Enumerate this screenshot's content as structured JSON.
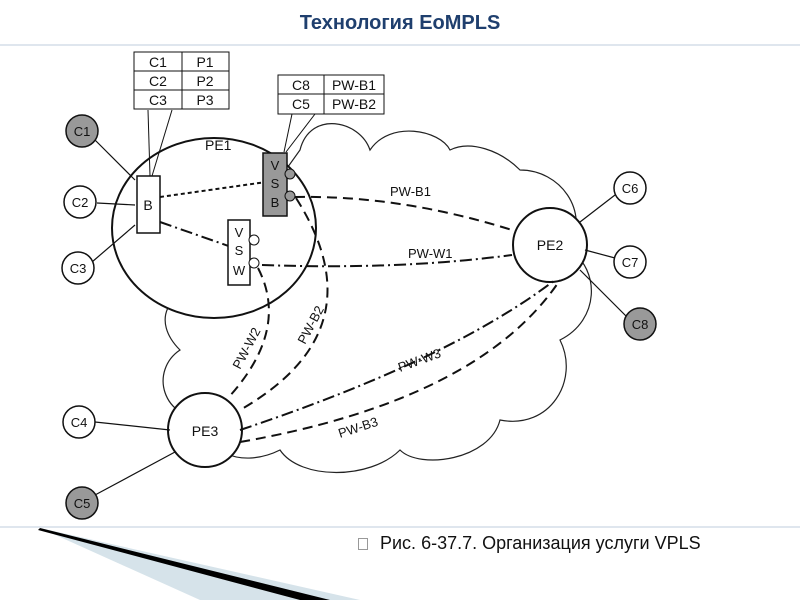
{
  "slide": {
    "title": "Технология EoMPLS",
    "caption": "Рис. 6-37.7. Организация услуги VPLS"
  },
  "diagram": {
    "pe_nodes": [
      "PE1",
      "PE2",
      "PE3"
    ],
    "customers": [
      "C1",
      "C2",
      "C3",
      "C4",
      "C5",
      "C6",
      "C7",
      "C8"
    ],
    "bridge_label": "B",
    "vsb_letters": [
      "V",
      "S",
      "B"
    ],
    "vsw_letters": [
      "V",
      "S",
      "W"
    ],
    "table1": [
      [
        "C1",
        "P1"
      ],
      [
        "C2",
        "P2"
      ],
      [
        "C3",
        "P3"
      ]
    ],
    "table2": [
      [
        "C8",
        "PW-B1"
      ],
      [
        "C5",
        "PW-B2"
      ]
    ],
    "pseudowires": [
      "PW-B1",
      "PW-W1",
      "PW-W2",
      "PW-B2",
      "PW-W3",
      "PW-B3"
    ]
  }
}
